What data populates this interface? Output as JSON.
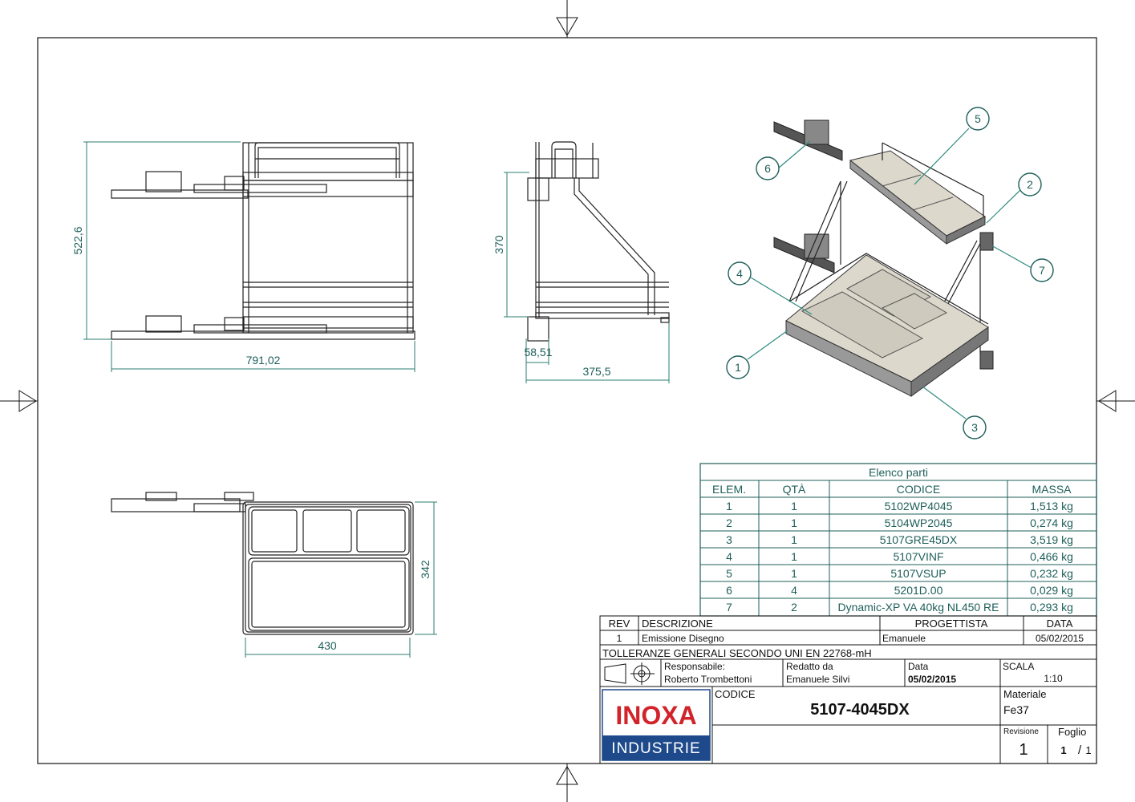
{
  "views": {
    "front": {
      "height_dim": "522,6",
      "width_dim": "791,02"
    },
    "side": {
      "height_dim": "370",
      "offset_dim": "58,51",
      "width_dim": "375,5"
    },
    "top": {
      "height_dim": "342",
      "width_dim": "430"
    }
  },
  "balloons": [
    "1",
    "2",
    "3",
    "4",
    "5",
    "6",
    "7"
  ],
  "parts_list": {
    "title": "Elenco parti",
    "headers": [
      "ELEM.",
      "QTÀ",
      "CODICE",
      "MASSA"
    ],
    "rows": [
      [
        "1",
        "1",
        "5102WP4045",
        "1,513 kg"
      ],
      [
        "2",
        "1",
        "5104WP2045",
        "0,274 kg"
      ],
      [
        "3",
        "1",
        "5107GRE45DX",
        "3,519 kg"
      ],
      [
        "4",
        "1",
        "5107VINF",
        "0,466 kg"
      ],
      [
        "5",
        "1",
        "5107VSUP",
        "0,232 kg"
      ],
      [
        "6",
        "4",
        "5201D.00",
        "0,029 kg"
      ],
      [
        "7",
        "2",
        "Dynamic-XP VA 40kg NL450 RE",
        "0,293 kg"
      ]
    ]
  },
  "revision": {
    "headers": {
      "rev": "REV",
      "desc": "DESCRIZIONE",
      "designer": "PROGETTISTA",
      "date": "DATA"
    },
    "row": {
      "rev": "1",
      "desc": "Emissione Disegno",
      "designer": "Emanuele",
      "date": "05/02/2015"
    }
  },
  "title_block": {
    "tolerances": "TOLLERANZE GENERALI SECONDO UNI EN 22768-mH",
    "responsabile_label": "Responsabile:",
    "responsabile": "Roberto Trombettoni",
    "redatto_label": "Redatto  da",
    "redatto": "Emanuele Silvi",
    "data_label": "Data",
    "data": "05/02/2015",
    "scala_label": "SCALA",
    "scala": "1:10",
    "codice_label": "CODICE",
    "codice": "5107-4045DX",
    "materiale_label": "Materiale",
    "materiale": "Fe37",
    "revisione_label": "Revisione",
    "revisione": "1",
    "foglio_label": "Foglio",
    "foglio": "1",
    "foglio_total": "1"
  },
  "logo": {
    "name": "INOXA",
    "sub": "INDUSTRIE",
    "red": "#d2232a",
    "blue": "#1e4a8c"
  }
}
